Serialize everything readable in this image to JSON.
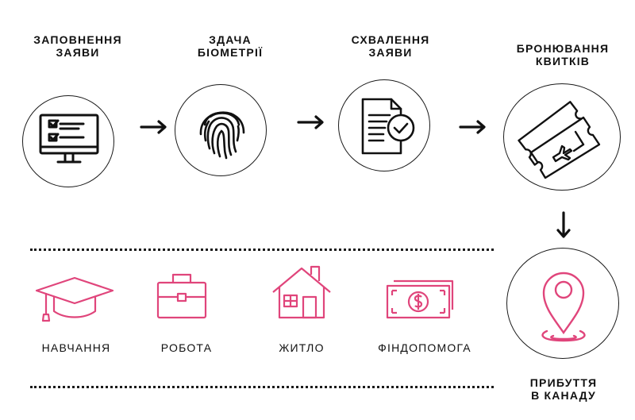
{
  "accent_color": "#e0457b",
  "steps": [
    {
      "label": "ЗАПОВНЕННЯ\nЗАЯВИ",
      "icon": "monitor-checklist-icon"
    },
    {
      "label": "ЗДАЧА\nБІОМЕТРІЇ",
      "icon": "fingerprint-icon"
    },
    {
      "label": "СХВАЛЕННЯ\nЗАЯВИ",
      "icon": "approved-document-icon"
    },
    {
      "label": "БРОНЮВАННЯ\nКВИТКІВ",
      "icon": "plane-tickets-icon"
    },
    {
      "label": "ПРИБУТТЯ\nВ КАНАДУ",
      "icon": "location-pin-icon"
    }
  ],
  "benefits": [
    {
      "label": "НАВЧАННЯ",
      "icon": "graduation-cap-icon"
    },
    {
      "label": "РОБОТА",
      "icon": "briefcase-icon"
    },
    {
      "label": "ЖИТЛО",
      "icon": "house-icon"
    },
    {
      "label": "ФІНДОПОМОГА",
      "icon": "money-icon"
    }
  ]
}
